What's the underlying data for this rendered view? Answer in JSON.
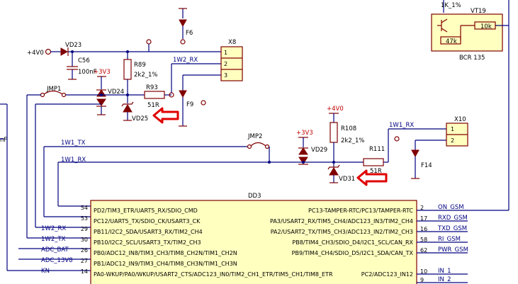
{
  "power": {
    "v4_left": "+4V0",
    "v3_1": "+3V3",
    "v3_2": "+3V3",
    "v4_mid": "+4V0"
  },
  "parts": {
    "vd23": "VD23",
    "c56": "C56",
    "c56_val": "100nF",
    "r89": "R89",
    "r89_val": "2k2_1%",
    "vd24": "VD24",
    "vd25": "VD25",
    "r93": "R93",
    "r93_val": "51R",
    "jmp1": "JMP1",
    "f6": "F6",
    "f9": "F9",
    "x8": "X8",
    "x8_pins": [
      "1",
      "2",
      "3"
    ],
    "net_1w2_rx_top": "1W2_RX",
    "r108": "R108",
    "r108_val": "2k2_1%",
    "jmp2": "JMP2",
    "vd29": "VD29",
    "vd31": "VD31",
    "r111": "R111",
    "r111_val": "51R",
    "net_1w1_rx_top": "1W1_RX",
    "x10": "X10",
    "x10_pins": [
      "1",
      "2"
    ],
    "f14": "F14",
    "vt19": "VT19",
    "r_10k": "10k",
    "r_47k": "47k",
    "bcr": "BCR 135",
    "r_top": "1K_1%",
    "cap_frag": "nF"
  },
  "nets": {
    "w1_tx": "1W1_TX",
    "w1_rx": "1W1_RX"
  },
  "ic": {
    "name": "DD3",
    "left_pins": [
      {
        "num": "54",
        "label": "PD2/TIM3_ETR/UART5_RX/SDIO_CMD",
        "net": ""
      },
      {
        "num": "53",
        "label": "PC12/UART5_TX/SDIO_CK/USART3_CK",
        "net": ""
      },
      {
        "num": "29",
        "label": "PB11/I2C2_SDA/USART3_RX/TIM2_CH4",
        "net": "1W2_RX"
      },
      {
        "num": "30",
        "label": "PB10/I2C2_SCL/USART3_TX/TIM2_CH3",
        "net": "1W2_TX"
      },
      {
        "num": "26",
        "label": "PB0/ADC12_IN8/TIM3_CH3/TIM8_CH2N/TIM1_CH2N",
        "net": "ADC_BAT"
      },
      {
        "num": "27",
        "label": "PB1/ADC12_IN9/TIM3_CH4/TIM8_CH3N/TIM1_CH3N",
        "net": "ADC_13V8"
      },
      {
        "num": "14",
        "label": "PA0-WKUP/PA0/WKUP/USART2_CTS/ADC123_IN0/TIM2_CH1_ETR/TIM5_CH1/TIM8_ETR",
        "net": "KN"
      }
    ],
    "right_pins": [
      {
        "num": "2",
        "label": "PC13-TAMPER-RTC/PC13/TAMPER-RTC",
        "net": "ON_GSM"
      },
      {
        "num": "17",
        "label": "PA3/USART2_RX/TIM5_CH4/ADC123_IN3/TIM2_CH4",
        "net": "RXD_GSM"
      },
      {
        "num": "16",
        "label": "PA2/USART2_TX/TIM5_CH3/ADC123_IN2/TIM2_CH3",
        "net": "TXD_GSM"
      },
      {
        "num": "58",
        "label": "PB8/TIM4_CH3/SDIO_D4/I2C1_SCL/CAN_RX",
        "net": "RI_GSM"
      },
      {
        "num": "62",
        "label": "PB9/TIM4_CH4/SDIO_D5/I2C1_SDA/CAN_TX",
        "net": "PWR_GSM"
      },
      {
        "num": "10",
        "label": "PC2/ADC123_IN12",
        "net": "IN_1"
      },
      {
        "num": "9",
        "label": "",
        "net": "IN_2"
      }
    ]
  }
}
